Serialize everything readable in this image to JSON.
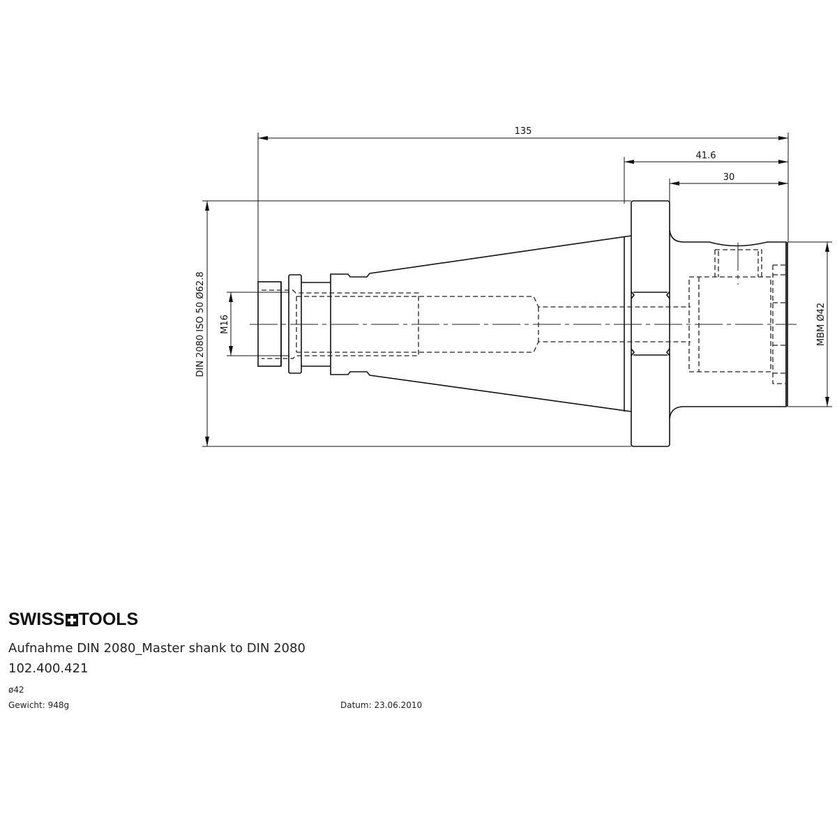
{
  "drawing": {
    "dim_overall_length": "135",
    "dim_flange_to_end": "41.6",
    "dim_body_length": "30",
    "dim_taper": "DIN 2080 ISO 50 Ø62.8",
    "dim_thread": "M16",
    "dim_body_diameter": "MBM Ø42"
  },
  "title_block": {
    "logo_left": "SWISS",
    "logo_right": "TOOLS",
    "title": "Aufnahme DIN 2080_Master shank to DIN 2080",
    "article_number": "102.400.421",
    "diameter": "ø42",
    "weight": "Gewicht: 948g",
    "date": "Datum: 23.06.2010"
  }
}
